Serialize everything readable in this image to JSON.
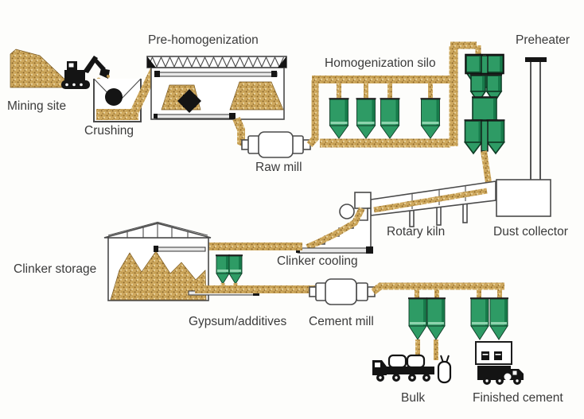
{
  "diagram": {
    "title_hint": "Cement production process flow",
    "labels": {
      "mining_site": "Mining site",
      "crushing": "Crushing",
      "pre_homogenization": "Pre-homogenization",
      "raw_mill": "Raw mill",
      "homogenization_silo": "Homogenization silo",
      "preheater": "Preheater",
      "rotary_kiln": "Rotary kiln",
      "dust_collector": "Dust collector",
      "clinker_cooling": "Clinker cooling",
      "clinker_storage": "Clinker storage",
      "gypsum_additives": "Gypsum/additives",
      "cement_mill": "Cement mill",
      "bulk": "Bulk",
      "finished_cement": "Finished cement"
    },
    "flow_order": [
      "Mining site",
      "Crushing",
      "Pre-homogenization",
      "Raw mill",
      "Homogenization silo",
      "Preheater",
      "Rotary kiln",
      "Dust collector",
      "Clinker cooling",
      "Clinker storage",
      "Gypsum/additives",
      "Cement mill",
      "Bulk",
      "Finished cement"
    ],
    "colors": {
      "background": "#fdfdfb",
      "silo_green": "#2e9b65",
      "silo_green_dark": "#177a4a",
      "silo_green_light": "#8ed3ad",
      "sand_base": "#cfa95f",
      "sand_dark": "#8a6527",
      "sand_light": "#ecdcae",
      "outline": "#4a4a4a",
      "machine_black": "#141414",
      "text": "#3b3b3b"
    }
  }
}
